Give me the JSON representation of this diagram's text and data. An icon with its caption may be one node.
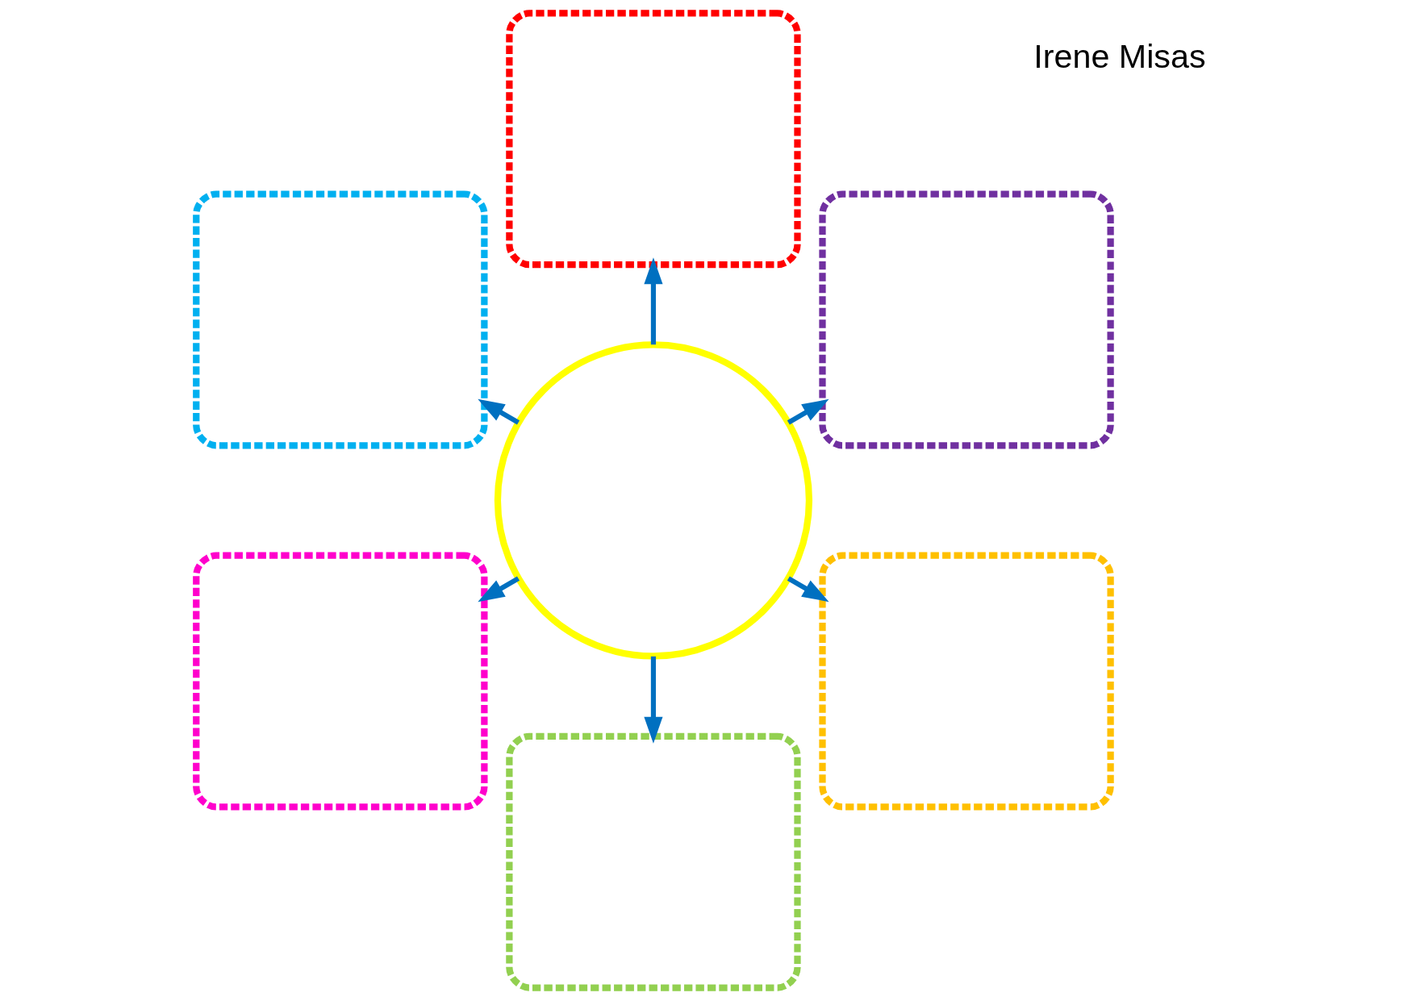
{
  "diagram": {
    "nodes": [
      {
        "text": [],
        "shape": "circle"
      },
      {
        "text": [],
        "shape": "box"
      },
      {
        "text": [],
        "shape": "box"
      },
      {
        "text": [],
        "shape": "box"
      },
      {
        "text": [],
        "shape": "box"
      },
      {
        "text": [],
        "shape": "box"
      },
      {
        "text": [],
        "shape": "box"
      }
    ],
    "edges": [
      {
        "from": 0,
        "to": 3,
        "arrow": "to"
      },
      {
        "from": 0,
        "to": 5,
        "arrow": "to"
      },
      {
        "from": 0,
        "to": 6,
        "arrow": "to"
      },
      {
        "from": 0,
        "to": 4,
        "arrow": "to"
      },
      {
        "from": 0,
        "to": 2,
        "arrow": "to"
      },
      {
        "from": 0,
        "to": 1,
        "arrow": "to"
      }
    ],
    "labels": [
      "Irene Misas"
    ]
  }
}
